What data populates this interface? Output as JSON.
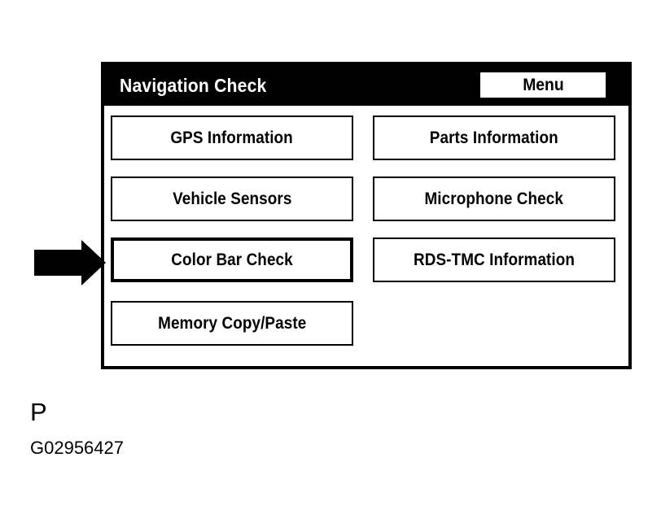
{
  "screen": {
    "title": "Navigation Check",
    "menu_button_label": "Menu",
    "title_bar_bg": "#000000",
    "title_text_color": "#ffffff",
    "panel_bg": "#ffffff",
    "border_color": "#000000",
    "buttons": [
      {
        "label": "GPS Information",
        "column": "left",
        "row": 0,
        "selected": false
      },
      {
        "label": "Parts Information",
        "column": "right",
        "row": 0,
        "selected": false
      },
      {
        "label": "Vehicle Sensors",
        "column": "left",
        "row": 1,
        "selected": false
      },
      {
        "label": "Microphone Check",
        "column": "right",
        "row": 1,
        "selected": false
      },
      {
        "label": "Color Bar Check",
        "column": "left",
        "row": 2,
        "selected": true
      },
      {
        "label": "RDS-TMC Information",
        "column": "right",
        "row": 2,
        "selected": false
      },
      {
        "label": "Memory Copy/Paste",
        "column": "left",
        "row": 3,
        "selected": false
      }
    ]
  },
  "annotation": {
    "arrow_target": "Color Bar Check",
    "arrow_color": "#000000"
  },
  "caption": {
    "letter": "P",
    "figure_code": "G02956427"
  }
}
